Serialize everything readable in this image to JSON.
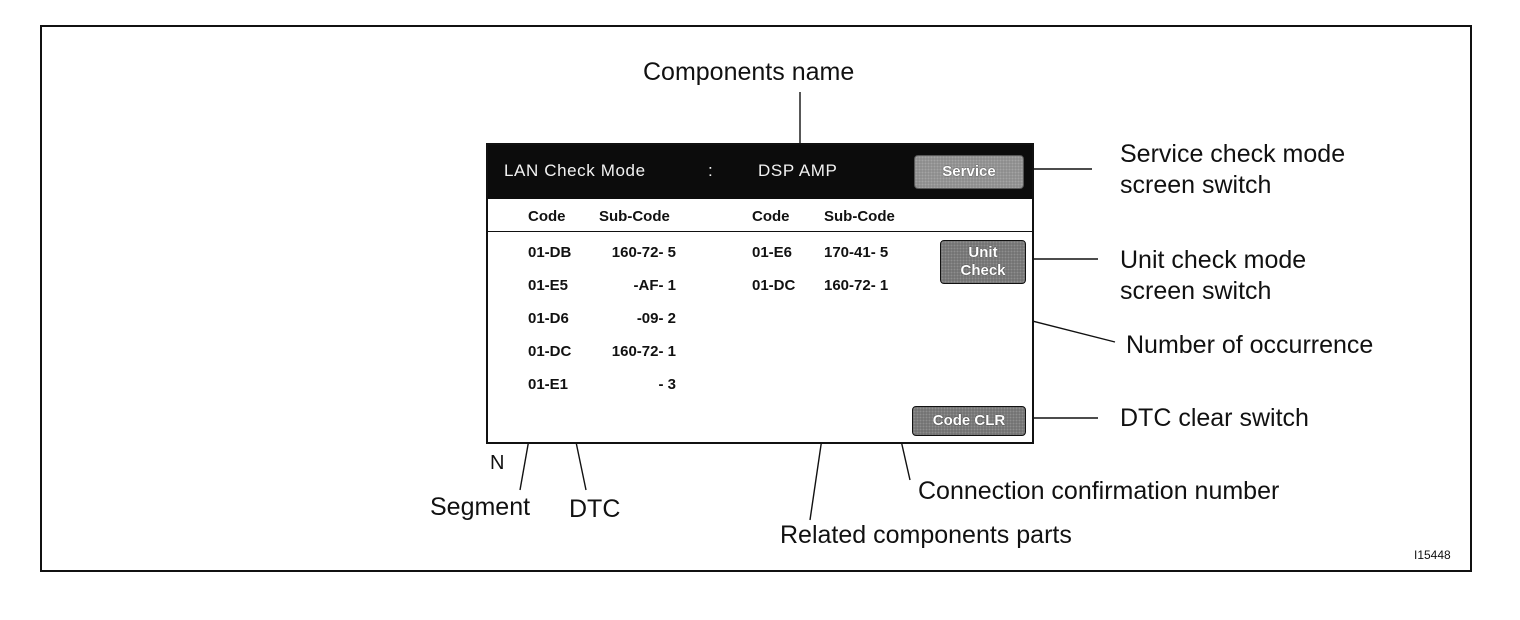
{
  "callouts": {
    "components_name": "Components name",
    "service_switch_1": "Service check mode",
    "service_switch_2": "screen switch",
    "unit_switch_1": "Unit check mode",
    "unit_switch_2": "screen switch",
    "occurrence": "Number of occurrence",
    "dtc_clear": "DTC clear switch",
    "connection": "Connection confirmation number",
    "related": "Related components parts",
    "segment": "Segment",
    "dtc": "DTC"
  },
  "screen": {
    "title": "LAN  Check  Mode",
    "separator": ":",
    "component": "DSP  AMP",
    "service_btn": "Service",
    "unit_btn_1": "Unit",
    "unit_btn_2": "Check",
    "clear_btn": "Code CLR",
    "headers": {
      "code": "Code",
      "sub_code": "Sub-Code"
    },
    "left_rows": [
      {
        "code": "01-DB",
        "sub": "160-72- 5"
      },
      {
        "code": "01-E5",
        "sub": "-AF- 1"
      },
      {
        "code": "01-D6",
        "sub": "-09- 2"
      },
      {
        "code": "01-DC",
        "sub": "160-72- 1"
      },
      {
        "code": "01-E1",
        "sub": "- 3"
      }
    ],
    "right_rows": [
      {
        "code": "01-E6",
        "sub": "170-41- 5"
      },
      {
        "code": "01-DC",
        "sub": "160-72- 1"
      }
    ]
  },
  "n_label": "N",
  "figure_id": "I15448"
}
